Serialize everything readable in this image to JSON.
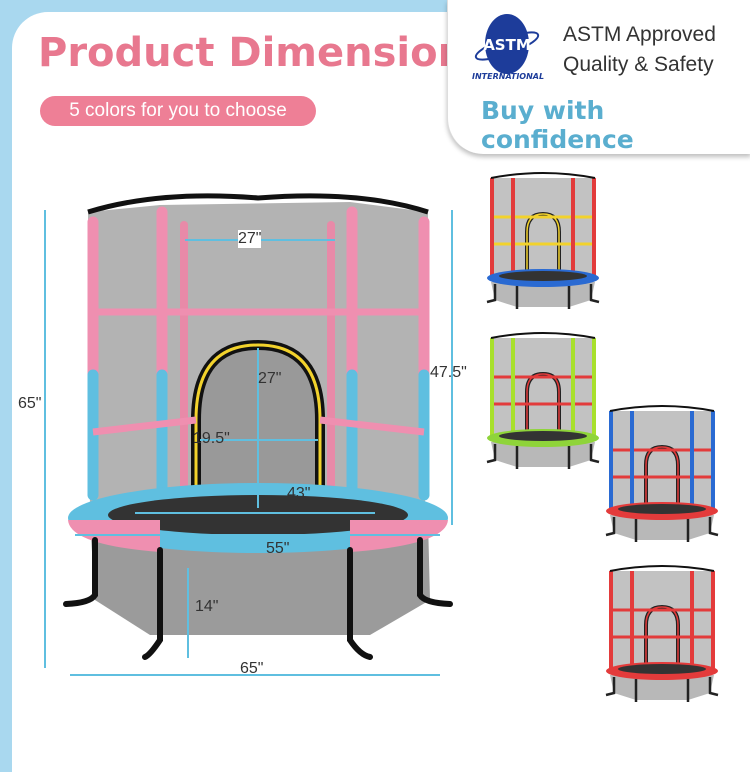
{
  "header": {
    "title": "Product Dimension",
    "subtitle": "5 colors for you to choose"
  },
  "badge": {
    "logo_text": "ASTM",
    "logo_caption": "INTERNATIONAL",
    "line1": "ASTM Approved",
    "line2": "Quality & Safety",
    "tagline": "Buy with confidence"
  },
  "dimensions": {
    "top_width": "27\"",
    "door_height": "27\"",
    "door_width": "19.5\"",
    "total_height": "65\"",
    "net_height": "47.5\"",
    "mat_diameter": "43\"",
    "frame_diameter": "55\"",
    "leg_height": "14\"",
    "base_width": "65\""
  },
  "colors": {
    "pink": "#ef8fb0",
    "blue": "#5fbfe0",
    "accent": "#e8788f"
  },
  "variants": [
    {
      "name": "blue-yellow-red",
      "pole": "#e23b3b",
      "accent": "#f2d22c",
      "ring": "#2a6ad2"
    },
    {
      "name": "green",
      "pole": "#a8e02c",
      "accent": "#e33b3b",
      "ring": "#8fd43a"
    },
    {
      "name": "blue-red",
      "pole": "#2a6ad2",
      "accent": "#e33b3b",
      "ring": "#e33b3b"
    },
    {
      "name": "red",
      "pole": "#e33b3b",
      "accent": "#e33b3b",
      "ring": "#e33b3b"
    }
  ]
}
